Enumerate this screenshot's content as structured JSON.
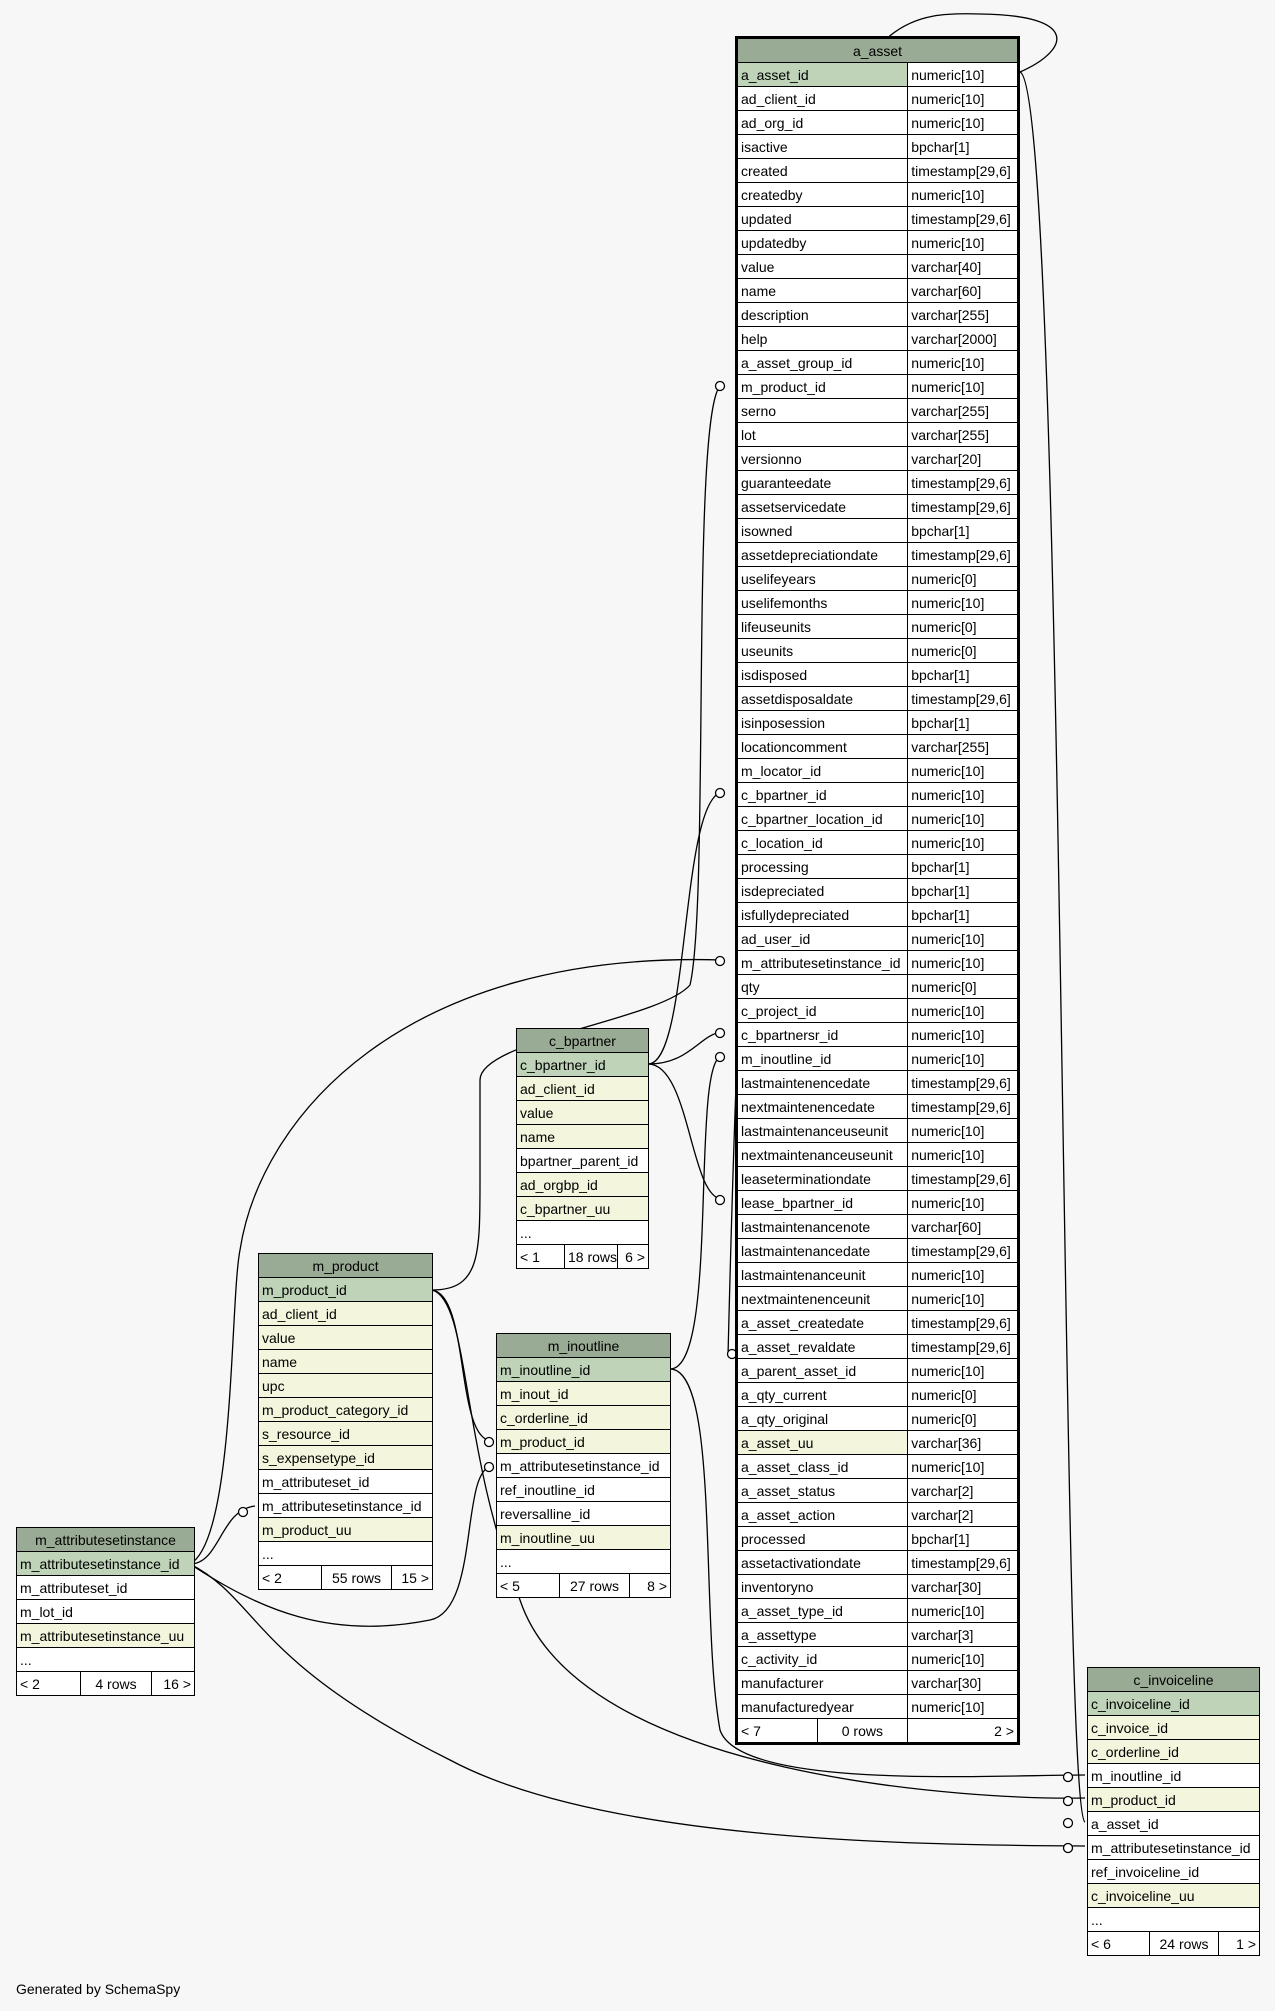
{
  "footer": "Generated by SchemaSpy",
  "tables": {
    "a_asset": {
      "name": "a_asset",
      "columns": [
        {
          "name": "a_asset_id",
          "type": "numeric[10]",
          "kind": "pk"
        },
        {
          "name": "ad_client_id",
          "type": "numeric[10]",
          "kind": "plain"
        },
        {
          "name": "ad_org_id",
          "type": "numeric[10]",
          "kind": "plain"
        },
        {
          "name": "isactive",
          "type": "bpchar[1]",
          "kind": "plain"
        },
        {
          "name": "created",
          "type": "timestamp[29,6]",
          "kind": "plain"
        },
        {
          "name": "createdby",
          "type": "numeric[10]",
          "kind": "plain"
        },
        {
          "name": "updated",
          "type": "timestamp[29,6]",
          "kind": "plain"
        },
        {
          "name": "updatedby",
          "type": "numeric[10]",
          "kind": "plain"
        },
        {
          "name": "value",
          "type": "varchar[40]",
          "kind": "plain"
        },
        {
          "name": "name",
          "type": "varchar[60]",
          "kind": "plain"
        },
        {
          "name": "description",
          "type": "varchar[255]",
          "kind": "plain"
        },
        {
          "name": "help",
          "type": "varchar[2000]",
          "kind": "plain"
        },
        {
          "name": "a_asset_group_id",
          "type": "numeric[10]",
          "kind": "plain"
        },
        {
          "name": "m_product_id",
          "type": "numeric[10]",
          "kind": "plain"
        },
        {
          "name": "serno",
          "type": "varchar[255]",
          "kind": "plain"
        },
        {
          "name": "lot",
          "type": "varchar[255]",
          "kind": "plain"
        },
        {
          "name": "versionno",
          "type": "varchar[20]",
          "kind": "plain"
        },
        {
          "name": "guaranteedate",
          "type": "timestamp[29,6]",
          "kind": "plain"
        },
        {
          "name": "assetservicedate",
          "type": "timestamp[29,6]",
          "kind": "plain"
        },
        {
          "name": "isowned",
          "type": "bpchar[1]",
          "kind": "plain"
        },
        {
          "name": "assetdepreciationdate",
          "type": "timestamp[29,6]",
          "kind": "plain"
        },
        {
          "name": "uselifeyears",
          "type": "numeric[0]",
          "kind": "plain"
        },
        {
          "name": "uselifemonths",
          "type": "numeric[10]",
          "kind": "plain"
        },
        {
          "name": "lifeuseunits",
          "type": "numeric[0]",
          "kind": "plain"
        },
        {
          "name": "useunits",
          "type": "numeric[0]",
          "kind": "plain"
        },
        {
          "name": "isdisposed",
          "type": "bpchar[1]",
          "kind": "plain"
        },
        {
          "name": "assetdisposaldate",
          "type": "timestamp[29,6]",
          "kind": "plain"
        },
        {
          "name": "isinposession",
          "type": "bpchar[1]",
          "kind": "plain"
        },
        {
          "name": "locationcomment",
          "type": "varchar[255]",
          "kind": "plain"
        },
        {
          "name": "m_locator_id",
          "type": "numeric[10]",
          "kind": "plain"
        },
        {
          "name": "c_bpartner_id",
          "type": "numeric[10]",
          "kind": "plain"
        },
        {
          "name": "c_bpartner_location_id",
          "type": "numeric[10]",
          "kind": "plain"
        },
        {
          "name": "c_location_id",
          "type": "numeric[10]",
          "kind": "plain"
        },
        {
          "name": "processing",
          "type": "bpchar[1]",
          "kind": "plain"
        },
        {
          "name": "isdepreciated",
          "type": "bpchar[1]",
          "kind": "plain"
        },
        {
          "name": "isfullydepreciated",
          "type": "bpchar[1]",
          "kind": "plain"
        },
        {
          "name": "ad_user_id",
          "type": "numeric[10]",
          "kind": "plain"
        },
        {
          "name": "m_attributesetinstance_id",
          "type": "numeric[10]",
          "kind": "plain"
        },
        {
          "name": "qty",
          "type": "numeric[0]",
          "kind": "plain"
        },
        {
          "name": "c_project_id",
          "type": "numeric[10]",
          "kind": "plain"
        },
        {
          "name": "c_bpartnersr_id",
          "type": "numeric[10]",
          "kind": "plain"
        },
        {
          "name": "m_inoutline_id",
          "type": "numeric[10]",
          "kind": "plain"
        },
        {
          "name": "lastmaintenencedate",
          "type": "timestamp[29,6]",
          "kind": "plain"
        },
        {
          "name": "nextmaintenencedate",
          "type": "timestamp[29,6]",
          "kind": "plain"
        },
        {
          "name": "lastmaintenanceuseunit",
          "type": "numeric[10]",
          "kind": "plain"
        },
        {
          "name": "nextmaintenanceuseunit",
          "type": "numeric[10]",
          "kind": "plain"
        },
        {
          "name": "leaseterminationdate",
          "type": "timestamp[29,6]",
          "kind": "plain"
        },
        {
          "name": "lease_bpartner_id",
          "type": "numeric[10]",
          "kind": "plain"
        },
        {
          "name": "lastmaintenancenote",
          "type": "varchar[60]",
          "kind": "plain"
        },
        {
          "name": "lastmaintenancedate",
          "type": "timestamp[29,6]",
          "kind": "plain"
        },
        {
          "name": "lastmaintenanceunit",
          "type": "numeric[10]",
          "kind": "plain"
        },
        {
          "name": "nextmaintenenceunit",
          "type": "numeric[10]",
          "kind": "plain"
        },
        {
          "name": "a_asset_createdate",
          "type": "timestamp[29,6]",
          "kind": "plain"
        },
        {
          "name": "a_asset_revaldate",
          "type": "timestamp[29,6]",
          "kind": "plain"
        },
        {
          "name": "a_parent_asset_id",
          "type": "numeric[10]",
          "kind": "plain"
        },
        {
          "name": "a_qty_current",
          "type": "numeric[0]",
          "kind": "plain"
        },
        {
          "name": "a_qty_original",
          "type": "numeric[0]",
          "kind": "plain"
        },
        {
          "name": "a_asset_uu",
          "type": "varchar[36]",
          "kind": "fk"
        },
        {
          "name": "a_asset_class_id",
          "type": "numeric[10]",
          "kind": "plain"
        },
        {
          "name": "a_asset_status",
          "type": "varchar[2]",
          "kind": "plain"
        },
        {
          "name": "a_asset_action",
          "type": "varchar[2]",
          "kind": "plain"
        },
        {
          "name": "processed",
          "type": "bpchar[1]",
          "kind": "plain"
        },
        {
          "name": "assetactivationdate",
          "type": "timestamp[29,6]",
          "kind": "plain"
        },
        {
          "name": "inventoryno",
          "type": "varchar[30]",
          "kind": "plain"
        },
        {
          "name": "a_asset_type_id",
          "type": "numeric[10]",
          "kind": "plain"
        },
        {
          "name": "a_assettype",
          "type": "varchar[3]",
          "kind": "plain"
        },
        {
          "name": "c_activity_id",
          "type": "numeric[10]",
          "kind": "plain"
        },
        {
          "name": "manufacturer",
          "type": "varchar[30]",
          "kind": "plain"
        },
        {
          "name": "manufacturedyear",
          "type": "numeric[10]",
          "kind": "plain"
        }
      ],
      "footer": {
        "left": "< 7",
        "mid": "0 rows",
        "right": "2 >"
      }
    },
    "c_bpartner": {
      "name": "c_bpartner",
      "columns": [
        {
          "name": "c_bpartner_id",
          "kind": "pk"
        },
        {
          "name": "ad_client_id",
          "kind": "fk"
        },
        {
          "name": "value",
          "kind": "fk"
        },
        {
          "name": "name",
          "kind": "fk"
        },
        {
          "name": "bpartner_parent_id",
          "kind": "plain"
        },
        {
          "name": "ad_orgbp_id",
          "kind": "fk"
        },
        {
          "name": "c_bpartner_uu",
          "kind": "fk"
        },
        {
          "name": "...",
          "kind": "plain"
        }
      ],
      "footer": {
        "left": "< 1",
        "mid": "18 rows",
        "right": "6 >"
      }
    },
    "m_product": {
      "name": "m_product",
      "columns": [
        {
          "name": "m_product_id",
          "kind": "pk"
        },
        {
          "name": "ad_client_id",
          "kind": "fk"
        },
        {
          "name": "value",
          "kind": "fk"
        },
        {
          "name": "name",
          "kind": "fk"
        },
        {
          "name": "upc",
          "kind": "fk"
        },
        {
          "name": "m_product_category_id",
          "kind": "fk"
        },
        {
          "name": "s_resource_id",
          "kind": "fk"
        },
        {
          "name": "s_expensetype_id",
          "kind": "fk"
        },
        {
          "name": "m_attributeset_id",
          "kind": "plain"
        },
        {
          "name": "m_attributesetinstance_id",
          "kind": "plain"
        },
        {
          "name": "m_product_uu",
          "kind": "fk"
        },
        {
          "name": "...",
          "kind": "plain"
        }
      ],
      "footer": {
        "left": "< 2",
        "mid": "55 rows",
        "right": "15 >"
      }
    },
    "m_inoutline": {
      "name": "m_inoutline",
      "columns": [
        {
          "name": "m_inoutline_id",
          "kind": "pk"
        },
        {
          "name": "m_inout_id",
          "kind": "fk"
        },
        {
          "name": "c_orderline_id",
          "kind": "fk"
        },
        {
          "name": "m_product_id",
          "kind": "fk"
        },
        {
          "name": "m_attributesetinstance_id",
          "kind": "plain"
        },
        {
          "name": "ref_inoutline_id",
          "kind": "plain"
        },
        {
          "name": "reversalline_id",
          "kind": "plain"
        },
        {
          "name": "m_inoutline_uu",
          "kind": "fk"
        },
        {
          "name": "...",
          "kind": "plain"
        }
      ],
      "footer": {
        "left": "< 5",
        "mid": "27 rows",
        "right": "8 >"
      }
    },
    "m_attributesetinstance": {
      "name": "m_attributesetinstance",
      "columns": [
        {
          "name": "m_attributesetinstance_id",
          "kind": "pk"
        },
        {
          "name": "m_attributeset_id",
          "kind": "plain"
        },
        {
          "name": "m_lot_id",
          "kind": "plain"
        },
        {
          "name": "m_attributesetinstance_uu",
          "kind": "fk"
        },
        {
          "name": "...",
          "kind": "plain"
        }
      ],
      "footer": {
        "left": "< 2",
        "mid": "4 rows",
        "right": "16 >"
      }
    },
    "c_invoiceline": {
      "name": "c_invoiceline",
      "columns": [
        {
          "name": "c_invoiceline_id",
          "kind": "pk"
        },
        {
          "name": "c_invoice_id",
          "kind": "fk"
        },
        {
          "name": "c_orderline_id",
          "kind": "fk"
        },
        {
          "name": "m_inoutline_id",
          "kind": "plain"
        },
        {
          "name": "m_product_id",
          "kind": "fk"
        },
        {
          "name": "a_asset_id",
          "kind": "plain"
        },
        {
          "name": "m_attributesetinstance_id",
          "kind": "plain"
        },
        {
          "name": "ref_invoiceline_id",
          "kind": "plain"
        },
        {
          "name": "c_invoiceline_uu",
          "kind": "fk"
        },
        {
          "name": "...",
          "kind": "plain"
        }
      ],
      "footer": {
        "left": "< 6",
        "mid": "24 rows",
        "right": "1 >"
      }
    }
  }
}
